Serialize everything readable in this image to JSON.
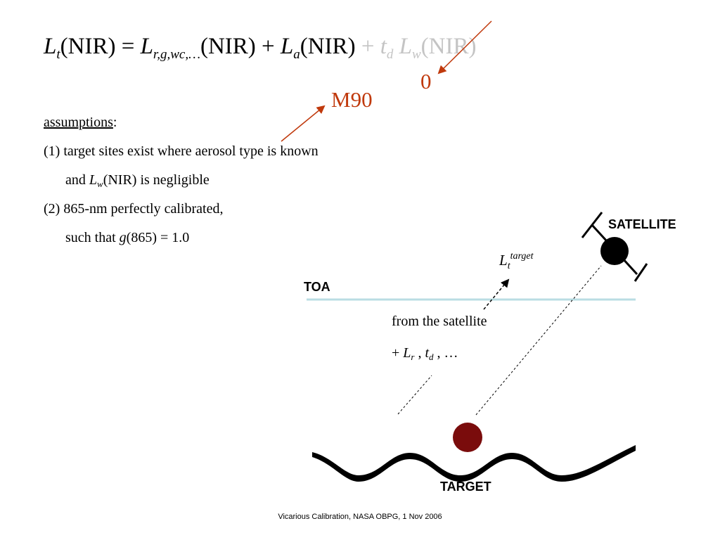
{
  "equation": {
    "lhs_symbol": "L",
    "lhs_sub": "t",
    "lhs_arg": "(NIR) = ",
    "term1_symbol": "L",
    "term1_sub": "r,g,wc,…",
    "term1_arg": "(NIR) + ",
    "term2_symbol": "L",
    "term2_sub": "a",
    "term2_arg": "(NIR) ",
    "grey_plus": "+ ",
    "grey_t": "t",
    "grey_t_sub": "d",
    "grey_L": "L",
    "grey_L_sub": "w",
    "grey_arg": "(NIR)"
  },
  "annotations": {
    "zero": "0",
    "m90": "M90"
  },
  "assumptions": {
    "heading": "assumptions",
    "colon": ":",
    "item1_line1": "(1) target sites exist where aerosol type is known",
    "item1_line2_pre": "and ",
    "item1_line2_symbol": "L",
    "item1_line2_sub": "w",
    "item1_line2_post": "(NIR) is negligible",
    "item2_line1": "(2) 865-nm perfectly calibrated,",
    "item2_line2_pre": "such that ",
    "item2_line2_symbol": "g",
    "item2_line2_post": "(865) = 1.0"
  },
  "diagram": {
    "satellite_label": "SATELLITE",
    "toa_label": "TOA",
    "target_label": "TARGET",
    "lt_symbol": "L",
    "lt_sub": "t",
    "lt_sup": "target",
    "from_satellite": "from the satellite",
    "plus_prefix": "+ ",
    "lr_symbol": "L",
    "lr_sub": "r",
    "sep1": " , ",
    "td_symbol": "t",
    "td_sub": "d",
    "tail": " , …",
    "colors": {
      "annotation_red": "#c0390c",
      "toa_line": "#b9dde3",
      "target_dot": "#7a0c0c",
      "grey_text": "#c4c4c4"
    }
  },
  "footer": "Vicarious Calibration, NASA OBPG, 1 Nov 2006"
}
